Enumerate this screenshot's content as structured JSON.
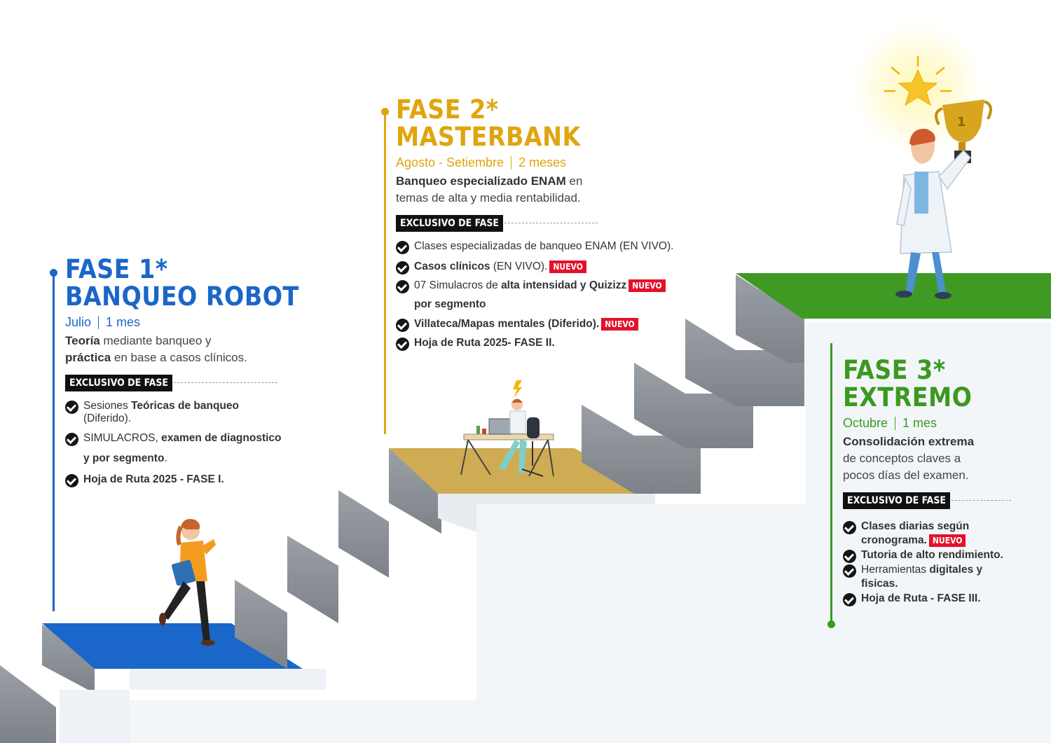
{
  "colors": {
    "blue": "#1b66c9",
    "gold": "#e0a50e",
    "green": "#3a9a1f",
    "nuevo_red": "#e4112b"
  },
  "phase1": {
    "title": "FASE 1*",
    "name": "BANQUEO ROBOT",
    "period": "Julio",
    "duration": "1 mes",
    "desc_bold1": "Teoría",
    "desc_text1": " mediante banqueo y",
    "desc_bold2": "práctica",
    "desc_text2": " en base a casos clínicos.",
    "exclusive_label": "EXCLUSIVO DE FASE",
    "items": [
      {
        "pre": "Sesiones ",
        "bold": "Teóricas de banqueo",
        "post": " (Diferido)."
      },
      {
        "pre": "SIMULACROS, ",
        "bold": "examen de diagnostico",
        "post": ""
      },
      {
        "pre": "",
        "bold": "y por segmento",
        "post": "."
      },
      {
        "pre": "",
        "bold": "Hoja de Ruta 2025 - FASE I.",
        "post": ""
      }
    ]
  },
  "phase2": {
    "title": "FASE 2*",
    "name": "MASTERBANK",
    "period": "Agosto - Setiembre",
    "duration": "2 meses",
    "desc_bold1": "Banqueo especializado ENAM",
    "desc_text1": " en",
    "desc_line2": "temas de alta y media rentabilidad.",
    "exclusive_label": "EXCLUSIVO DE FASE",
    "new_badge": "NUEVO",
    "items": [
      {
        "pre": "Clases especializadas de banqueo ENAM (EN VIVO).",
        "bold": "",
        "post": ""
      },
      {
        "pre": "",
        "bold": "Casos clínicos",
        "post": " (EN VIVO)."
      },
      {
        "pre": "07 Simulacros de ",
        "bold": "alta intensidad y Quizizz",
        "post": ""
      },
      {
        "pre": "",
        "bold": "por segmento",
        "post": ""
      },
      {
        "pre": "",
        "bold": "Villateca/Mapas mentales (Diferido).",
        "post": ""
      },
      {
        "pre": "",
        "bold": "Hoja de Ruta 2025- FASE II.",
        "post": ""
      }
    ]
  },
  "phase3": {
    "title": "FASE 3*",
    "name": "EXTREMO",
    "period": "Octubre",
    "duration": "1 mes",
    "desc_bold1": "Consolidación extrema",
    "desc_line2": "de conceptos claves a",
    "desc_line3": "pocos días del examen.",
    "exclusive_label": "EXCLUSIVO DE FASE",
    "new_badge": "NUEVO",
    "items": [
      {
        "pre": "",
        "bold": "Clases diarias según",
        "post": ""
      },
      {
        "pre": "",
        "bold": "cronograma.",
        "post": ""
      },
      {
        "pre": "",
        "bold": "Tutoria de alto rendimiento.",
        "post": ""
      },
      {
        "pre": "Herramientas ",
        "bold": "digitales y",
        "post": ""
      },
      {
        "pre": "",
        "bold": "fisicas.",
        "post": ""
      },
      {
        "pre": "",
        "bold": "Hoja de Ruta - FASE III.",
        "post": ""
      }
    ]
  },
  "trophy_number": "1"
}
